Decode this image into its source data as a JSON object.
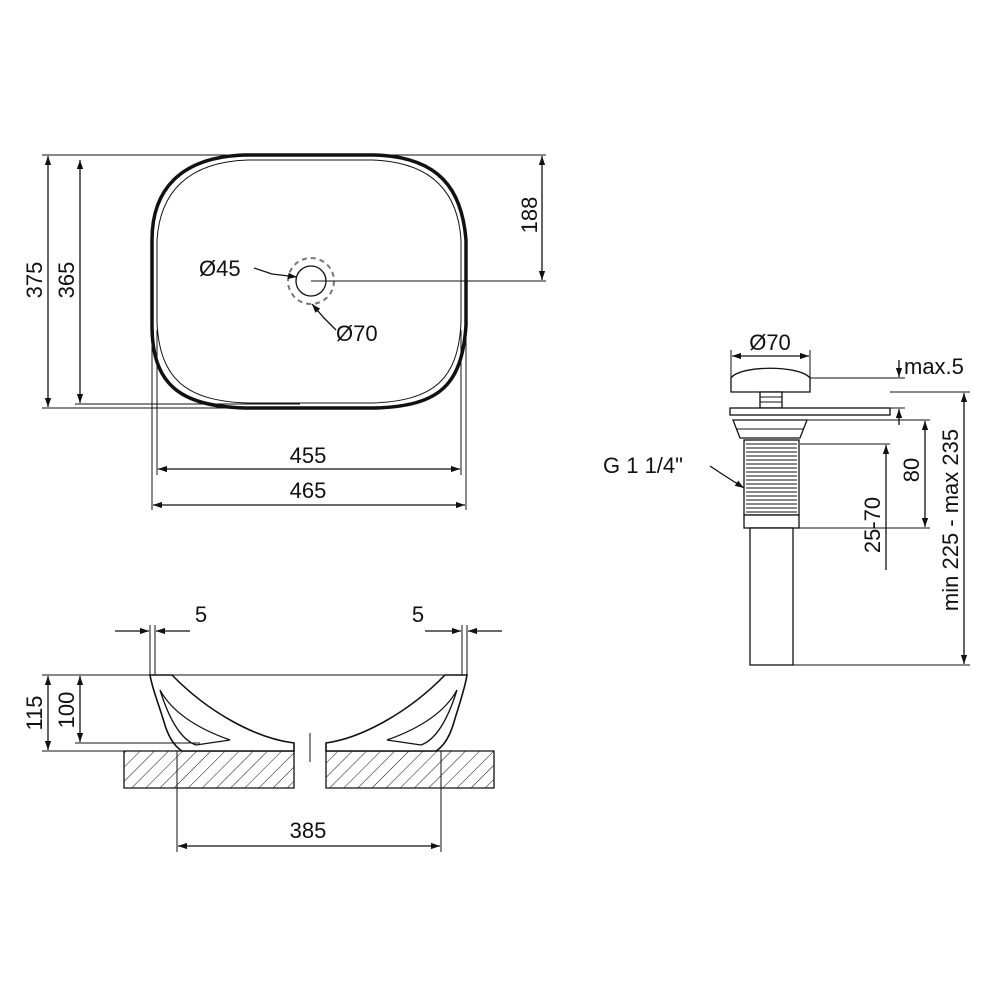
{
  "top_view": {
    "dim_outer_depth": "375",
    "dim_inner_depth": "365",
    "dim_half_depth": "188",
    "dim_inner_width": "455",
    "dim_outer_width": "465",
    "dim_hole": "Ø45",
    "dim_hole_outer": "Ø70"
  },
  "side_view": {
    "dim_wall_left": "5",
    "dim_wall_right": "5",
    "dim_total_height": "115",
    "dim_bowl_height": "100",
    "dim_base_width": "385"
  },
  "drain": {
    "dim_cap": "Ø70",
    "dim_cap_height": "max.5",
    "dim_body": "80",
    "dim_adjust": "25-70",
    "dim_total": "min 225 - max 235",
    "thread": "G 1 1/4\""
  },
  "colors": {
    "line": "#111111",
    "hatch": "#111111",
    "hidden_line": "#777777"
  }
}
